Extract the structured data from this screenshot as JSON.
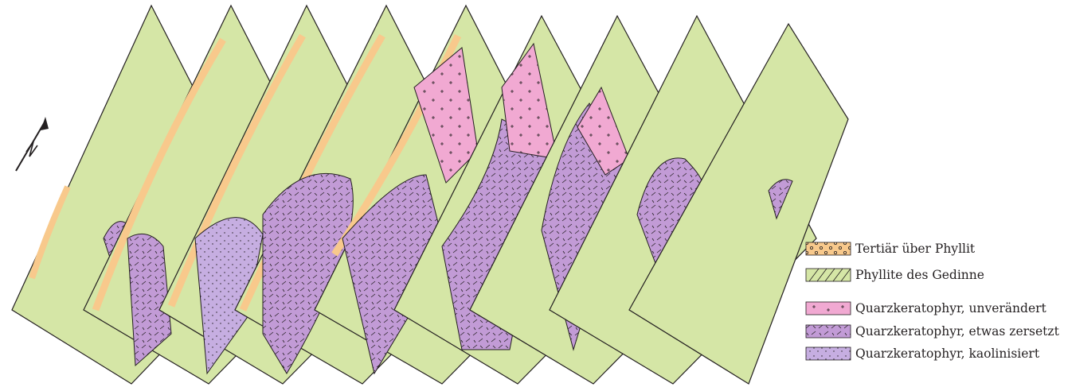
{
  "legend": {
    "items": [
      {
        "key": "tertiary",
        "label": "Tertiär über Phyllit",
        "color": "#f8c98c"
      },
      {
        "key": "phyllite",
        "label": "Phyllite des Gedinne",
        "color": "#d5e6a6"
      },
      {
        "key": "qk_fresh",
        "label": "Quarzkeratophyr, unverändert",
        "color": "#f1a9d2"
      },
      {
        "key": "qk_altered",
        "label": "Quarzkeratophyr, etwas zersetzt",
        "color": "#c29bd6"
      },
      {
        "key": "qk_kaolin",
        "label": "Quarzkeratophyr, kaolinisiert",
        "color": "#c6aee1"
      }
    ]
  },
  "north_arrow": {
    "icon": "north-arrow-icon"
  },
  "colors": {
    "outline": "#231f20",
    "phyllite": "#d5e6a6",
    "tertiary": "#f8c98c",
    "qk_fresh": "#f1a9d2",
    "qk_altered": "#c29bd6",
    "qk_kaolin": "#c6aee1"
  }
}
